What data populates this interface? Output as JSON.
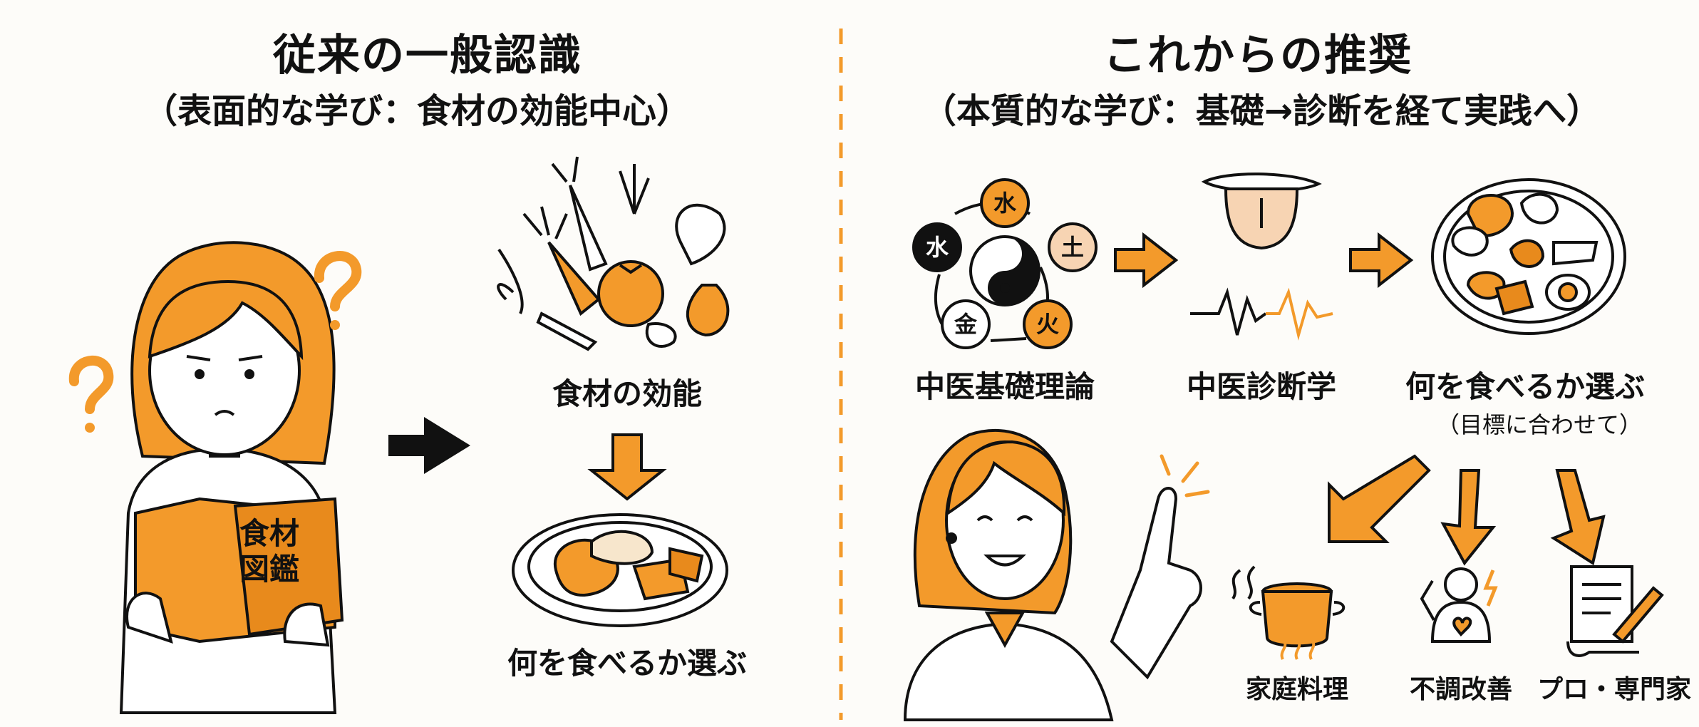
{
  "colors": {
    "accent": "#f39a2b",
    "ink": "#111111",
    "skin": "#f7d4b3",
    "background": "#fdfcf9"
  },
  "left": {
    "title": "従来の一般認識",
    "subtitle": "（表面的な学び：食材の効能中心）",
    "book_text": [
      "食材",
      "図鑑"
    ],
    "step1": "食材の効能",
    "step2": "何を食べるか選ぶ"
  },
  "right": {
    "title": "これからの推奨",
    "subtitle": "（本質的な学び：基礎→診断を経て実践へ）",
    "five_elements": [
      "水",
      "土",
      "火",
      "金",
      "水"
    ],
    "step1": "中医基礎理論",
    "step2": "中医診断学",
    "step3": "何を食べるか選ぶ",
    "step3_note": "（目標に合わせて）",
    "outcomes": [
      "家庭料理",
      "不調改善",
      "プロ・専門家"
    ]
  }
}
